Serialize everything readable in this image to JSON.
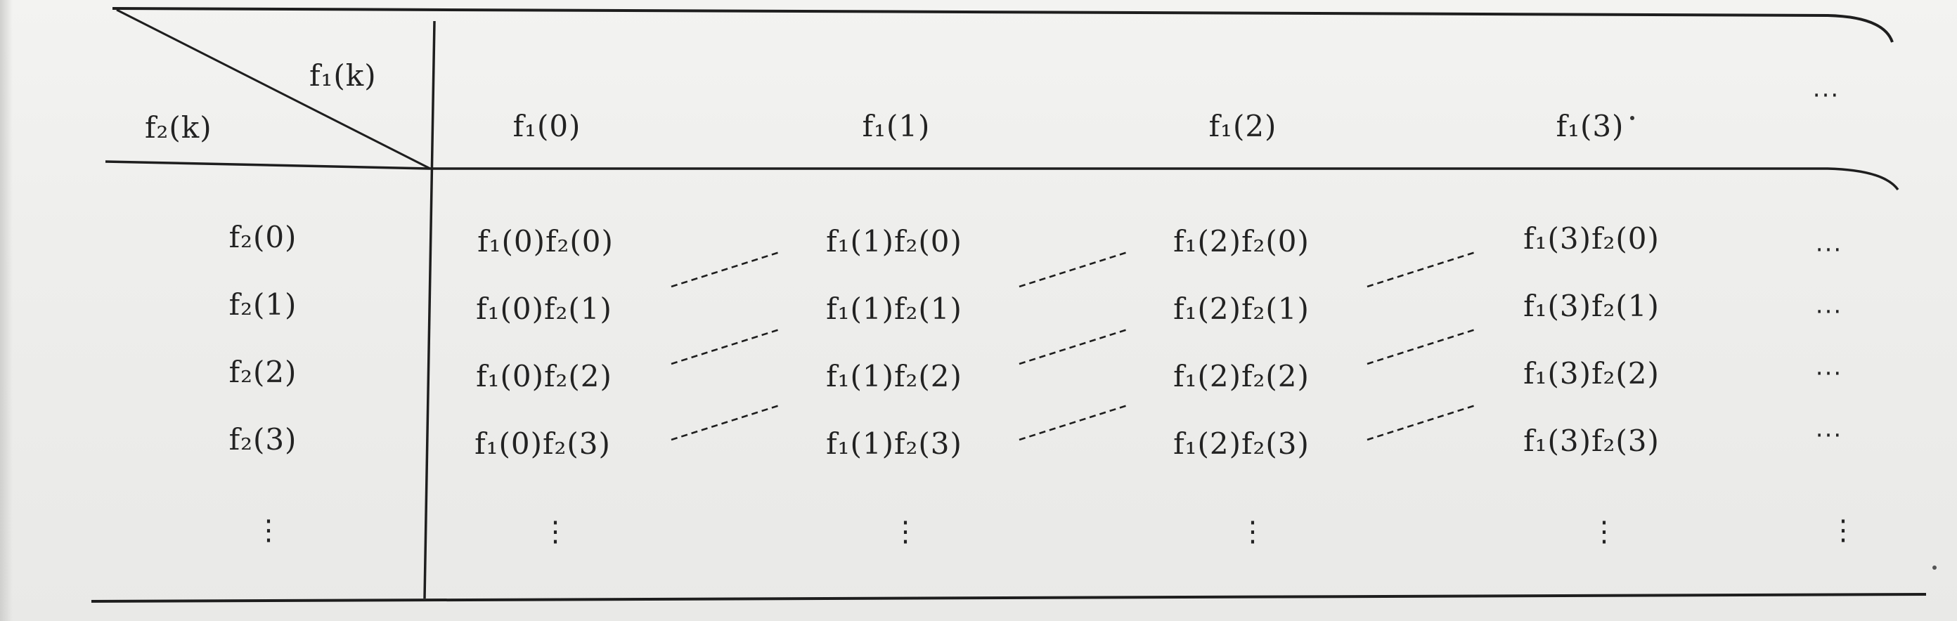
{
  "table": {
    "corner_top": "f₁(k)",
    "corner_bottom": "f₂(k)",
    "column_headers": [
      "f₁(0)",
      "f₁(1)",
      "f₁(2)",
      "f₁(3)"
    ],
    "header_ellipsis": "···",
    "row_labels": [
      "f₂(0)",
      "f₂(1)",
      "f₂(2)",
      "f₂(3)"
    ],
    "rows": [
      [
        "f₁(0)f₂(0)",
        "f₁(1)f₂(0)",
        "f₁(2)f₂(0)",
        "f₁(3)f₂(0)"
      ],
      [
        "f₁(0)f₂(1)",
        "f₁(1)f₂(1)",
        "f₁(2)f₂(1)",
        "f₁(3)f₂(1)"
      ],
      [
        "f₁(0)f₂(2)",
        "f₁(1)f₂(2)",
        "f₁(2)f₂(2)",
        "f₁(3)f₂(2)"
      ],
      [
        "f₁(0)f₂(3)",
        "f₁(1)f₂(3)",
        "f₁(2)f₂(3)",
        "f₁(3)f₂(3)"
      ]
    ],
    "row_ellipsis": "···",
    "vertical_ellipsis": "⋮"
  }
}
